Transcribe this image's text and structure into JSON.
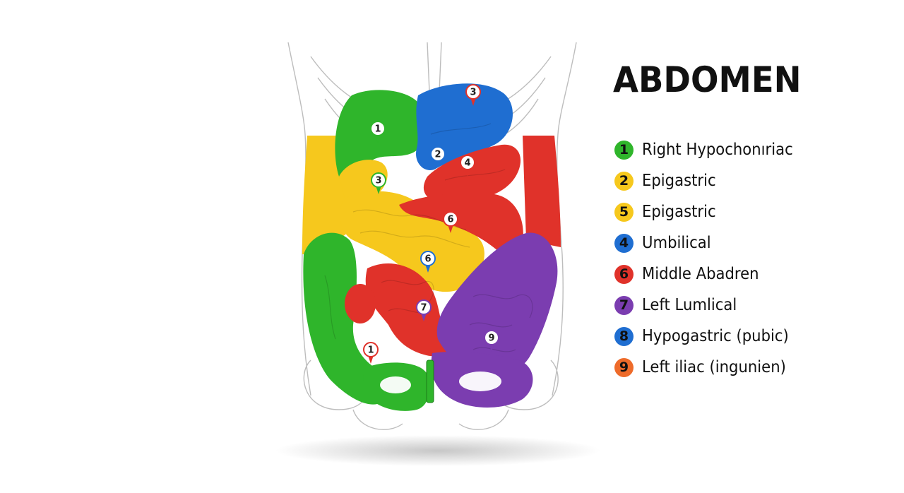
{
  "title": "ABDOMEN",
  "colors": {
    "green": "#2fb52b",
    "yellow": "#f6c81d",
    "blue": "#1f6ed1",
    "red": "#e0322a",
    "purple": "#7b3db0",
    "orange": "#ee6b2a",
    "outline": "#bdbdbd"
  },
  "legend": [
    {
      "number": "1",
      "label": "Right Hypochonıriac",
      "color": "#2fb52b"
    },
    {
      "number": "2",
      "label": "Epigastric",
      "color": "#f6c81d"
    },
    {
      "number": "5",
      "label": "Epigastric",
      "color": "#f6c81d"
    },
    {
      "number": "4",
      "label": "Umbilical",
      "color": "#1f6ed1"
    },
    {
      "number": "6",
      "label": "Middle Abadren",
      "color": "#e0322a"
    },
    {
      "number": "7",
      "label": "Left Lumlical",
      "color": "#7b3db0"
    },
    {
      "number": "8",
      "label": "Hypogastric (pubic)",
      "color": "#1f6ed1"
    },
    {
      "number": "9",
      "label": "Left iliac (ingunien)",
      "color": "#ee6b2a"
    }
  ],
  "markers": [
    {
      "number": "3",
      "region": "stomach"
    },
    {
      "number": "1",
      "region": "liver"
    },
    {
      "number": "2",
      "region": "epigastric"
    },
    {
      "number": "4",
      "region": "spleen"
    },
    {
      "number": "3",
      "region": "gallbladder"
    },
    {
      "number": "6",
      "region": "transverse-colon"
    },
    {
      "number": "6",
      "region": "umbilical"
    },
    {
      "number": "7",
      "region": "small-intestine"
    },
    {
      "number": "1",
      "region": "right-iliac"
    },
    {
      "number": "9",
      "region": "left-iliac"
    }
  ]
}
